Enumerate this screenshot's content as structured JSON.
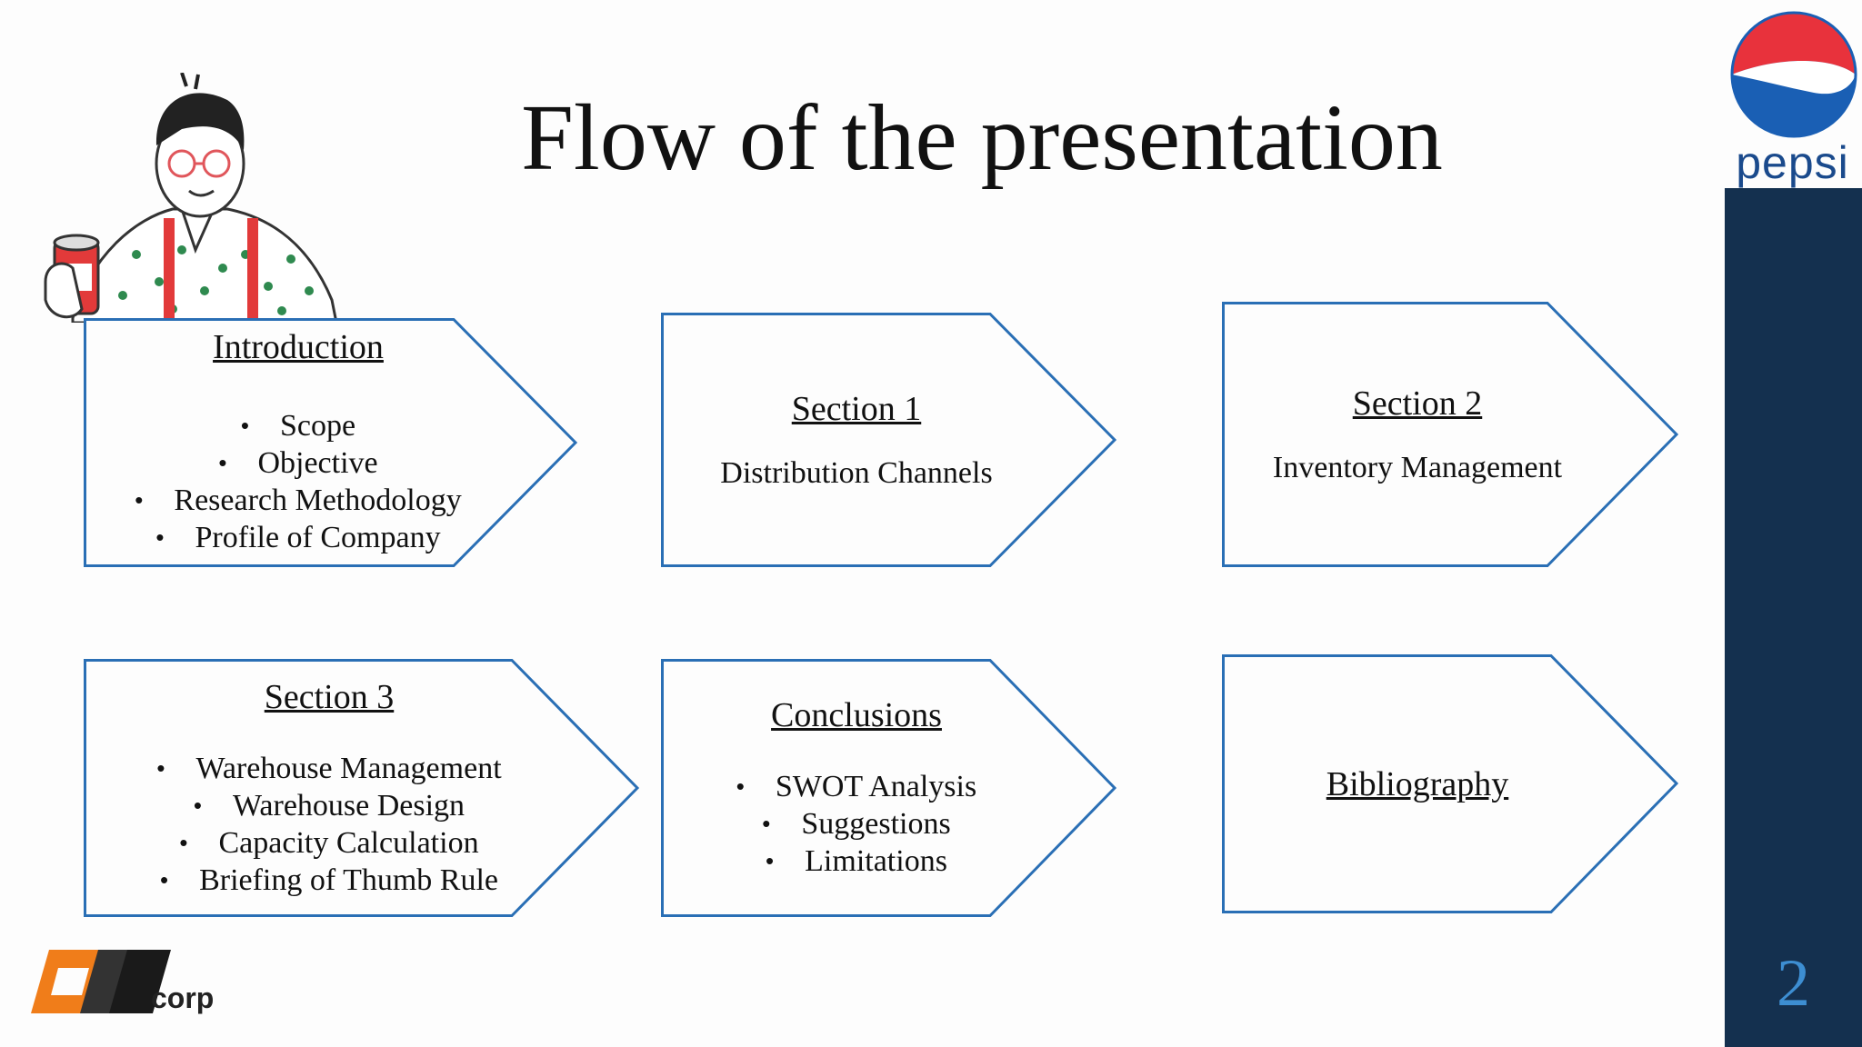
{
  "slide": {
    "title": "Flow of the presentation",
    "page_number": "2"
  },
  "logos": {
    "brand_word": "pepsi",
    "corp_word": "corp"
  },
  "colors": {
    "arrow_outline": "#2a6fb5",
    "side_bar": "#14304f",
    "page_number": "#3d8ed2",
    "pepsi_red": "#e8323c",
    "pepsi_blue": "#1a5fb4",
    "corp_orange": "#f07d1a"
  },
  "flow": {
    "introduction": {
      "heading": "Introduction",
      "items": [
        "Scope",
        "Objective",
        "Research Methodology",
        "Profile of Company"
      ]
    },
    "section1": {
      "heading": "Section 1",
      "subtitle": "Distribution Channels"
    },
    "section2": {
      "heading": "Section 2",
      "subtitle": "Inventory Management"
    },
    "section3": {
      "heading": "Section 3",
      "items": [
        "Warehouse Management",
        "Warehouse Design",
        "Capacity Calculation",
        "Briefing of Thumb Rule"
      ]
    },
    "conclusions": {
      "heading": "Conclusions",
      "items": [
        "SWOT Analysis",
        "Suggestions",
        "Limitations"
      ]
    },
    "bibliography": {
      "heading": "Bibliography"
    }
  }
}
